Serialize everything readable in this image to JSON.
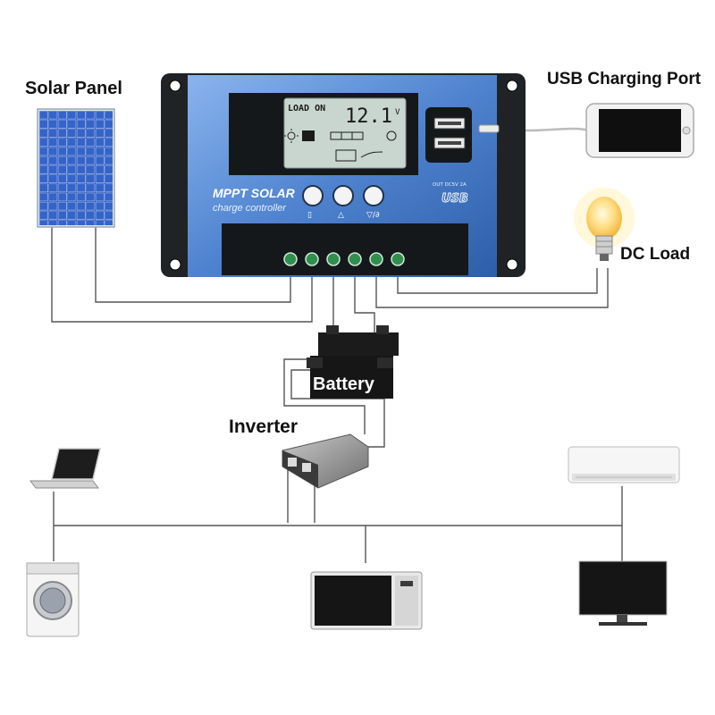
{
  "labels": {
    "solar_panel": "Solar Panel",
    "usb_port": "USB Charging Port",
    "dc_load": "DC Load",
    "inverter": "Inverter",
    "battery": "Battery"
  },
  "controller": {
    "title_line1": "MPPT SOLAR",
    "title_line2": "charge controller",
    "lcd_status": "LOAD ON",
    "lcd_value": "12.1",
    "lcd_unit": "V",
    "usb_spec": "OUT DC5V 2A",
    "usb_logo": "USB",
    "button_symbols": [
      "▯",
      "△",
      "▽/∂"
    ]
  },
  "colors": {
    "controller_blue": "#5b8fd6",
    "controller_dark": "#1f2326",
    "lcd": "#c9d6cf",
    "wire": "#555555",
    "terminal": "#2f8f4f"
  }
}
